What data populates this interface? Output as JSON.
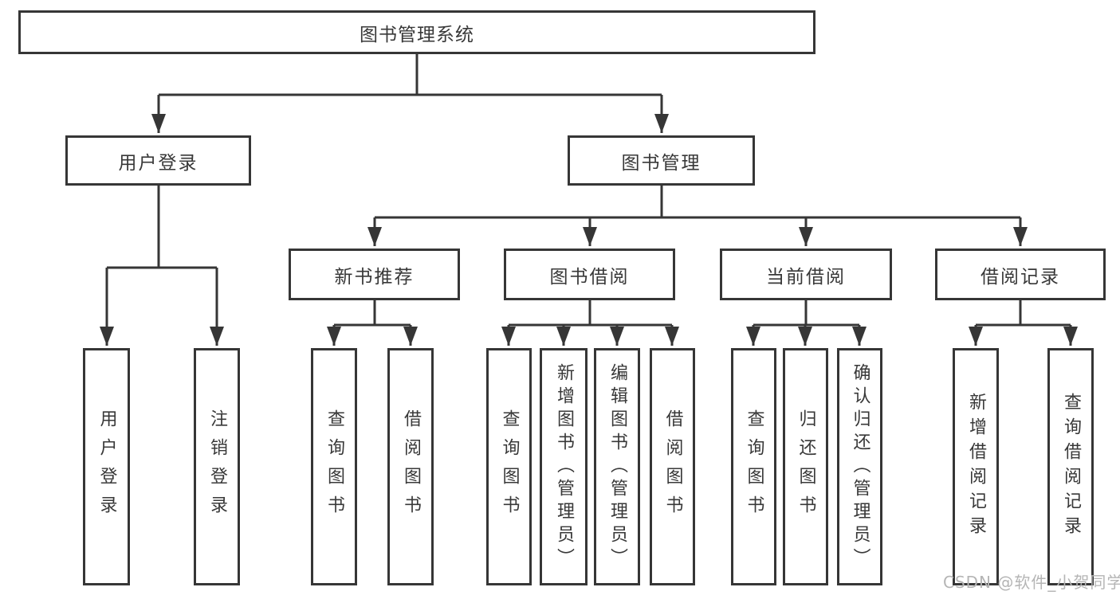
{
  "colors": {
    "line": "#363636",
    "text": "#383838",
    "watermark": "#b5b5b5"
  },
  "watermark": "CSDN @软件_小贺同学",
  "tree": {
    "root": "图书管理系统",
    "children": [
      {
        "label": "用户登录",
        "children": [
          "用户登录",
          "注销登录"
        ]
      },
      {
        "label": "图书管理",
        "children": [
          {
            "label": "新书推荐",
            "children": [
              "查询图书",
              "借阅图书"
            ]
          },
          {
            "label": "图书借阅",
            "children": [
              "查询图书",
              "新增图书（管理员）",
              "编辑图书（管理员）",
              "借阅图书"
            ]
          },
          {
            "label": "当前借阅",
            "children": [
              "查询图书",
              "归还图书",
              "确认归还（管理员）"
            ]
          },
          {
            "label": "借阅记录",
            "children": [
              "新增借阅记录",
              "查询借阅记录"
            ]
          }
        ]
      }
    ]
  }
}
